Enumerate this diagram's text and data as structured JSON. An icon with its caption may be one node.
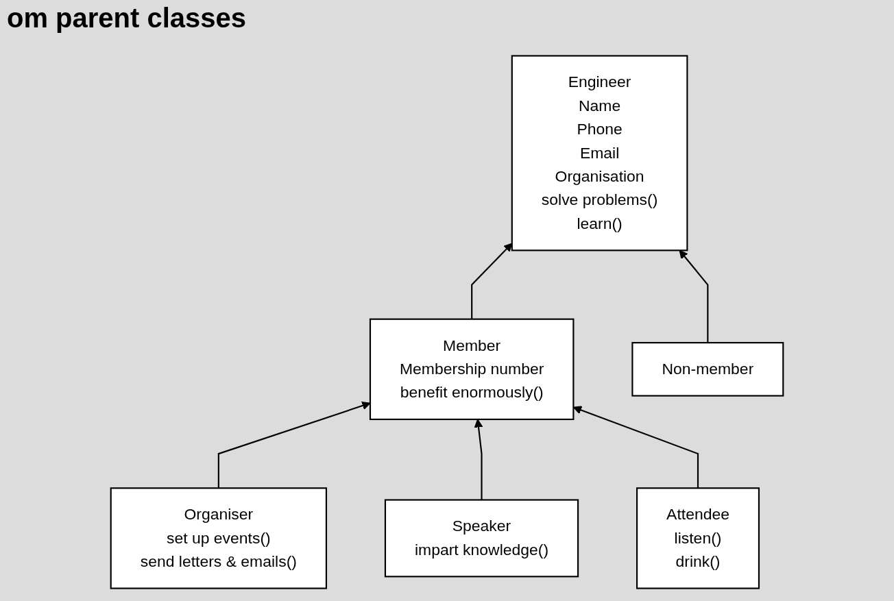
{
  "diagram": {
    "title": "om parent classes",
    "nodes": [
      {
        "text": [
          "Engineer",
          "Name",
          "Phone",
          "Email",
          "Organisation",
          "solve problems()",
          "learn()"
        ]
      },
      {
        "text": [
          "Member",
          "Membership number",
          "benefit enormously()"
        ]
      },
      {
        "text": [
          "Non-member"
        ]
      },
      {
        "text": [
          "Organiser",
          "set up events()",
          "send letters & emails()"
        ]
      },
      {
        "text": [
          "Speaker",
          "impart knowledge()"
        ]
      },
      {
        "text": [
          "Attendee",
          "listen()",
          "drink()"
        ]
      }
    ],
    "edges": [
      {
        "from": 1,
        "to": 0,
        "arrow": "to"
      },
      {
        "from": 2,
        "to": 0,
        "arrow": "to"
      },
      {
        "from": 3,
        "to": 1,
        "arrow": "to"
      },
      {
        "from": 4,
        "to": 1,
        "arrow": "to"
      },
      {
        "from": 5,
        "to": 1,
        "arrow": "to"
      }
    ]
  }
}
